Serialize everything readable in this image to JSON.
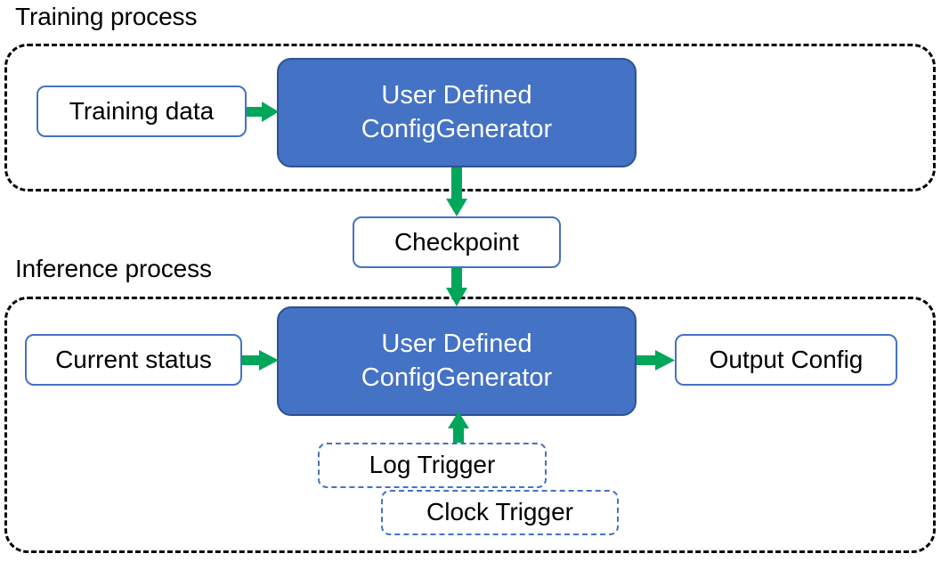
{
  "diagram": {
    "title_training": "Training process",
    "title_inference": "Inference process",
    "colors": {
      "accent_blue": "#4472C4",
      "blue_border": "#2F528F",
      "arrow_green": "#00A65A",
      "container_dash": "#000000",
      "text_dark": "#000000",
      "text_light": "#FFFFFF",
      "background": "#FFFFFF"
    },
    "nodes": {
      "training_data": "Training data",
      "config_generator_training_line1": "User Defined",
      "config_generator_training_line2": "ConfigGenerator",
      "checkpoint": "Checkpoint",
      "current_status": "Current status",
      "config_generator_inference_line1": "User Defined",
      "config_generator_inference_line2": "ConfigGenerator",
      "output_config": "Output Config",
      "log_trigger": "Log Trigger",
      "clock_trigger": "Clock Trigger"
    },
    "edges": [
      {
        "name": "training-data-to-generator",
        "from": "Training data",
        "to": "User Defined ConfigGenerator",
        "direction": "right"
      },
      {
        "name": "generator-to-checkpoint",
        "from": "User Defined ConfigGenerator",
        "to": "Checkpoint",
        "direction": "down"
      },
      {
        "name": "checkpoint-to-generator",
        "from": "Checkpoint",
        "to": "User Defined ConfigGenerator",
        "direction": "down"
      },
      {
        "name": "current-status-to-generator",
        "from": "Current status",
        "to": "User Defined ConfigGenerator",
        "direction": "right"
      },
      {
        "name": "generator-to-output-config",
        "from": "User Defined ConfigGenerator",
        "to": "Output Config",
        "direction": "right"
      },
      {
        "name": "log-trigger-to-generator",
        "from": "Log Trigger",
        "to": "User Defined ConfigGenerator",
        "direction": "up"
      }
    ]
  }
}
